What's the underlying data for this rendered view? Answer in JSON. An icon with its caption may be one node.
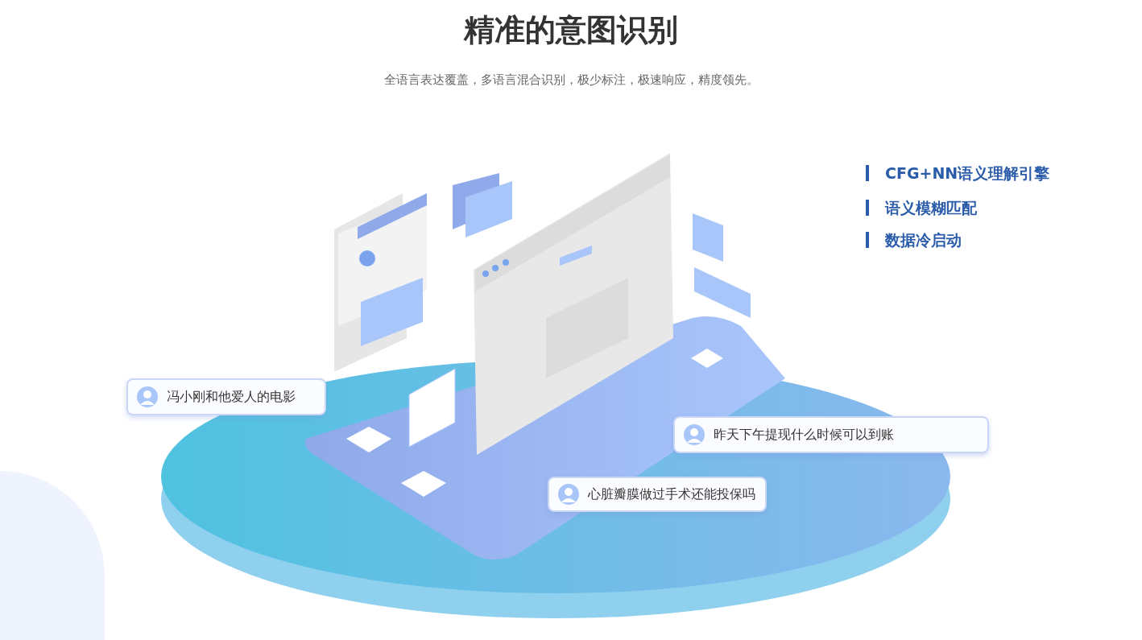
{
  "diagram": {
    "title": "精准的意图识别",
    "nodes": [
      {
        "text": [
          "冯小刚和他爱人的电影"
        ]
      },
      {
        "text": [
          "昨天下午提现什么时候可以到账"
        ]
      },
      {
        "text": [
          "心脏瓣膜做过手术还能投保吗"
        ]
      }
    ],
    "labels": [
      "全语言表达覆盖，多语言混合识别，极少标注，极速响应，精度领先。",
      "CFG+NN语义理解引擎",
      "语义模糊匹配",
      "数据冷启动"
    ]
  }
}
